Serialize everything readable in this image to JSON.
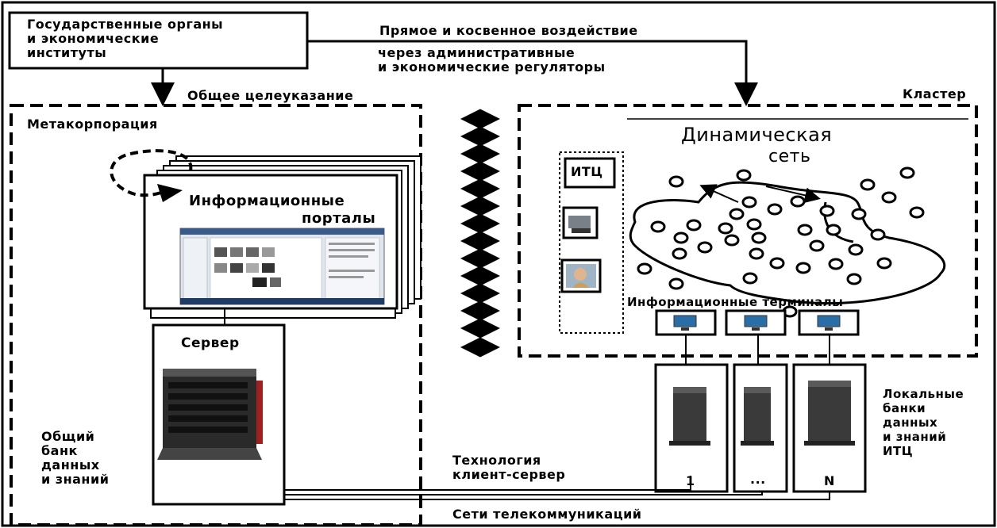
{
  "gov_box": {
    "lines": [
      "Государственные органы",
      "и экономические",
      "институты"
    ]
  },
  "influence": {
    "title": "Прямое и косвенное воздействие",
    "line1": "через административные",
    "line2": "и экономические регуляторы"
  },
  "general_target": "Общее целеуказание",
  "cluster_label": "Кластер",
  "metacorp_label": "Метакорпорация",
  "portals": {
    "line1": "Информационные",
    "line2": "порталы"
  },
  "server_label": "Сервер",
  "dynamic_net": {
    "line1": "Динамическая",
    "line2": "сеть"
  },
  "itc_label": "ИТЦ",
  "terminals_label": "Информационные терминалы",
  "shared_bank": {
    "lines": [
      "Общий",
      "банк",
      "данных",
      "и знаний"
    ]
  },
  "local_banks": {
    "lines": [
      "Локальные",
      "банки",
      "данных",
      "и знаний",
      "ИТЦ"
    ]
  },
  "bank_numbers": [
    "1",
    "...",
    "N"
  ],
  "client_server": {
    "line1": "Технология",
    "line2": "клиент-сервер"
  },
  "telecom": "Сети телекоммуникаций"
}
